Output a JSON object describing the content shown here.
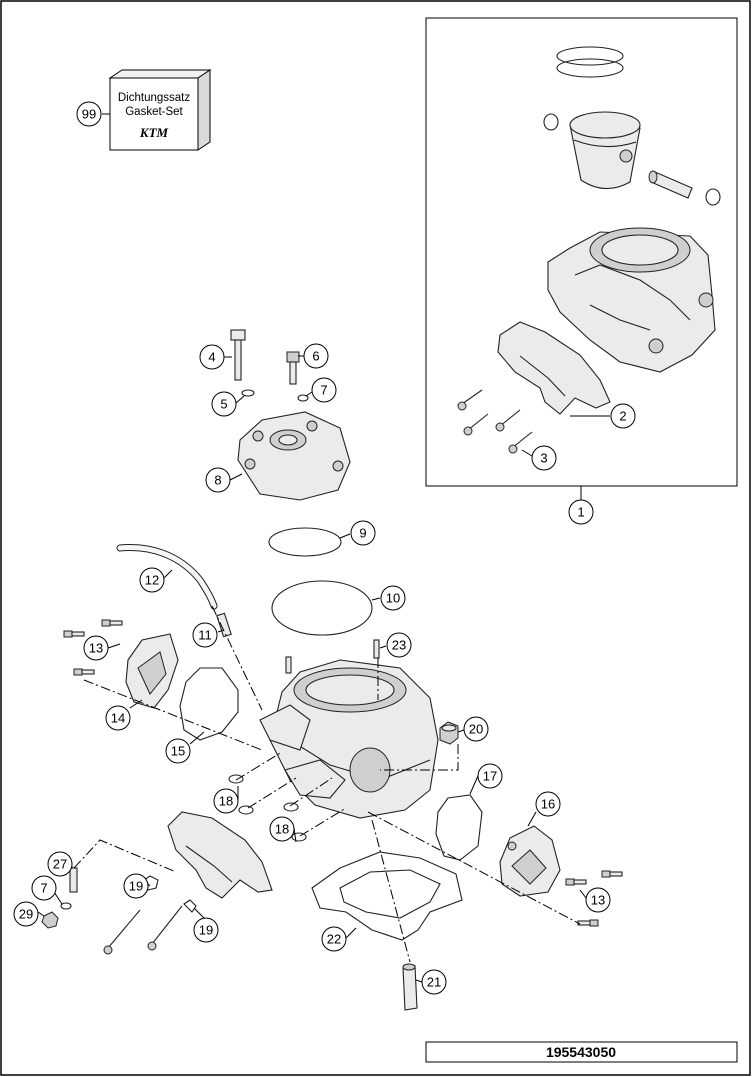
{
  "document": {
    "code": "195543050",
    "kit": {
      "number": "99",
      "line1": "Dichtungssatz",
      "line2": "Gasket-Set",
      "logo": "KTM"
    }
  },
  "callouts": [
    {
      "id": "c1",
      "label": "1"
    },
    {
      "id": "c2",
      "label": "2"
    },
    {
      "id": "c3",
      "label": "3"
    },
    {
      "id": "c4",
      "label": "4"
    },
    {
      "id": "c5",
      "label": "5"
    },
    {
      "id": "c6",
      "label": "6"
    },
    {
      "id": "c7a",
      "label": "7"
    },
    {
      "id": "c8",
      "label": "8"
    },
    {
      "id": "c9",
      "label": "9"
    },
    {
      "id": "c10",
      "label": "10"
    },
    {
      "id": "c11",
      "label": "11"
    },
    {
      "id": "c12",
      "label": "12"
    },
    {
      "id": "c13a",
      "label": "13"
    },
    {
      "id": "c14",
      "label": "14"
    },
    {
      "id": "c15",
      "label": "15"
    },
    {
      "id": "c16",
      "label": "16"
    },
    {
      "id": "c17",
      "label": "17"
    },
    {
      "id": "c18a",
      "label": "18"
    },
    {
      "id": "c18b",
      "label": "18"
    },
    {
      "id": "c19a",
      "label": "19"
    },
    {
      "id": "c19b",
      "label": "19"
    },
    {
      "id": "c20",
      "label": "20"
    },
    {
      "id": "c21",
      "label": "21"
    },
    {
      "id": "c22",
      "label": "22"
    },
    {
      "id": "c23",
      "label": "23"
    },
    {
      "id": "c27",
      "label": "27"
    },
    {
      "id": "c7b",
      "label": "7"
    },
    {
      "id": "c29",
      "label": "29"
    },
    {
      "id": "c13b",
      "label": "13"
    }
  ]
}
